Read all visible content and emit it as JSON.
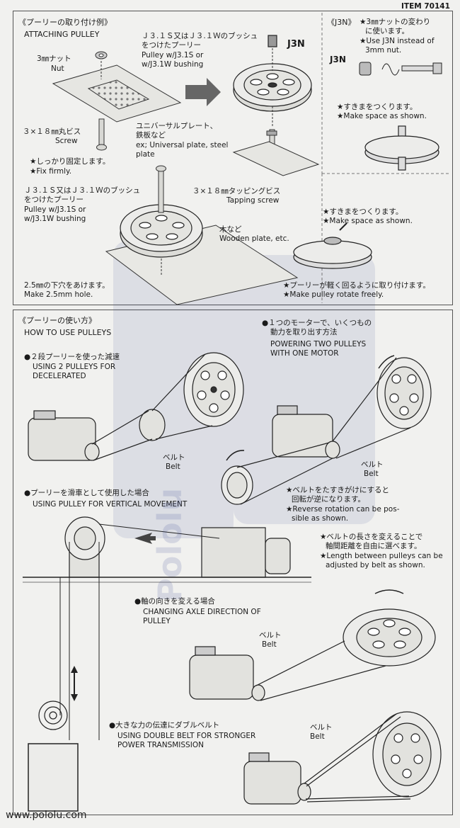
{
  "item_number": "ITEM 70141",
  "footer_url": "www.pololu.com",
  "watermark": "Pololu",
  "top": {
    "title_jp": "《プーリーの取り付け例》",
    "title_en": "ATTACHING PULLEY",
    "nut_jp": "3㎜ナット",
    "nut_en": "Nut",
    "bushing_jp_1": "Ｊ３.１Ｓ又はＪ３.１Ｗのブッシュ",
    "bushing_jp_2": "をつけたプーリー",
    "bushing_en_1": "Pulley w/J3.1S or",
    "bushing_en_2": "w/J3.1W bushing",
    "j3n_label": "J3N",
    "screw_jp": "３×１８㎜丸ビス",
    "screw_en": "Screw",
    "plate_jp_1": "ユニバーサルプレート、",
    "plate_jp_2": "鉄板など",
    "plate_en_1": "ex; Universal plate, steel",
    "plate_en_2": "plate",
    "fix_jp": "★しっかり固定します。",
    "fix_en": "★Fix firmly.",
    "bushing2_jp_1": "Ｊ３.１Ｓ又はＪ３.１Ｗのブッシュ",
    "bushing2_jp_2": "をつけたプーリー",
    "bushing2_en_1": "Pulley w/J3.1S or",
    "bushing2_en_2": "w/J3.1W bushing",
    "tapping_jp": "３×１８㎜タッピングビス",
    "tapping_en": "Tapping screw",
    "wood_jp": "木など",
    "wood_en": "Wooden plate, etc.",
    "hole_jp": "2.5㎜の下穴をあけます。",
    "hole_en": "Make 2.5mm hole.",
    "j3n_title": "《J3N》",
    "j3n_note_jp_1": "★3㎜ナットの変わり",
    "j3n_note_jp_2": "に使います。",
    "j3n_note_en_1": "★Use J3N instead of",
    "j3n_note_en_2": "3mm nut.",
    "j3n_label2": "J3N",
    "space_jp": "★すきまをつくります。",
    "space_en": "★Make space as shown.",
    "space2_jp": "★すきまをつくります。",
    "space2_en": "★Make space as shown.",
    "rotate_jp": "★プーリーが軽く回るように取り付けます。",
    "rotate_en": "★Make pulley rotate freely."
  },
  "bottom": {
    "title_jp": "《プーリーの使い方》",
    "title_en": "HOW TO USE PULLEYS",
    "decel_jp": "●２段プーリーを使った減速",
    "decel_en_1": "USING 2 PULLEYS FOR",
    "decel_en_2": "DECELERATED",
    "belt1_jp": "ベルト",
    "belt1_en": "Belt",
    "two_jp_1": "●１つのモーターで、いくつもの",
    "two_jp_2": "動力を取り出す方法",
    "two_en_1": "POWERING TWO PULLEYS",
    "two_en_2": "WITH ONE MOTOR",
    "belt2_jp": "ベルト",
    "belt2_en": "Belt",
    "reverse_jp_1": "★ベルトをたすきがけにすると",
    "reverse_jp_2": "回転が逆になります。",
    "reverse_en_1": "★Reverse rotation can be pos-",
    "reverse_en_2": "sible as shown.",
    "vertical_jp": "●プーリーを滑車として使用した場合",
    "vertical_en": "USING PULLEY FOR VERTICAL MOVEMENT",
    "length_jp_1": "★ベルトの長さを変えることで",
    "length_jp_2": "軸間距離を自由に選べます。",
    "length_en_1": "★Length between pulleys can be",
    "length_en_2": "adjusted by belt as shown.",
    "axle_jp": "●軸の向きを変える場合",
    "axle_en_1": "CHANGING AXLE DIRECTION OF",
    "axle_en_2": "PULLEY",
    "belt3_jp": "ベルト",
    "belt3_en": "Belt",
    "double_jp": "●大きな力の伝達にダブルベルト",
    "double_en_1": "USING DOUBLE BELT FOR STRONGER",
    "double_en_2": "POWER TRANSMISSION",
    "belt4_jp": "ベルト",
    "belt4_en": "Belt"
  }
}
